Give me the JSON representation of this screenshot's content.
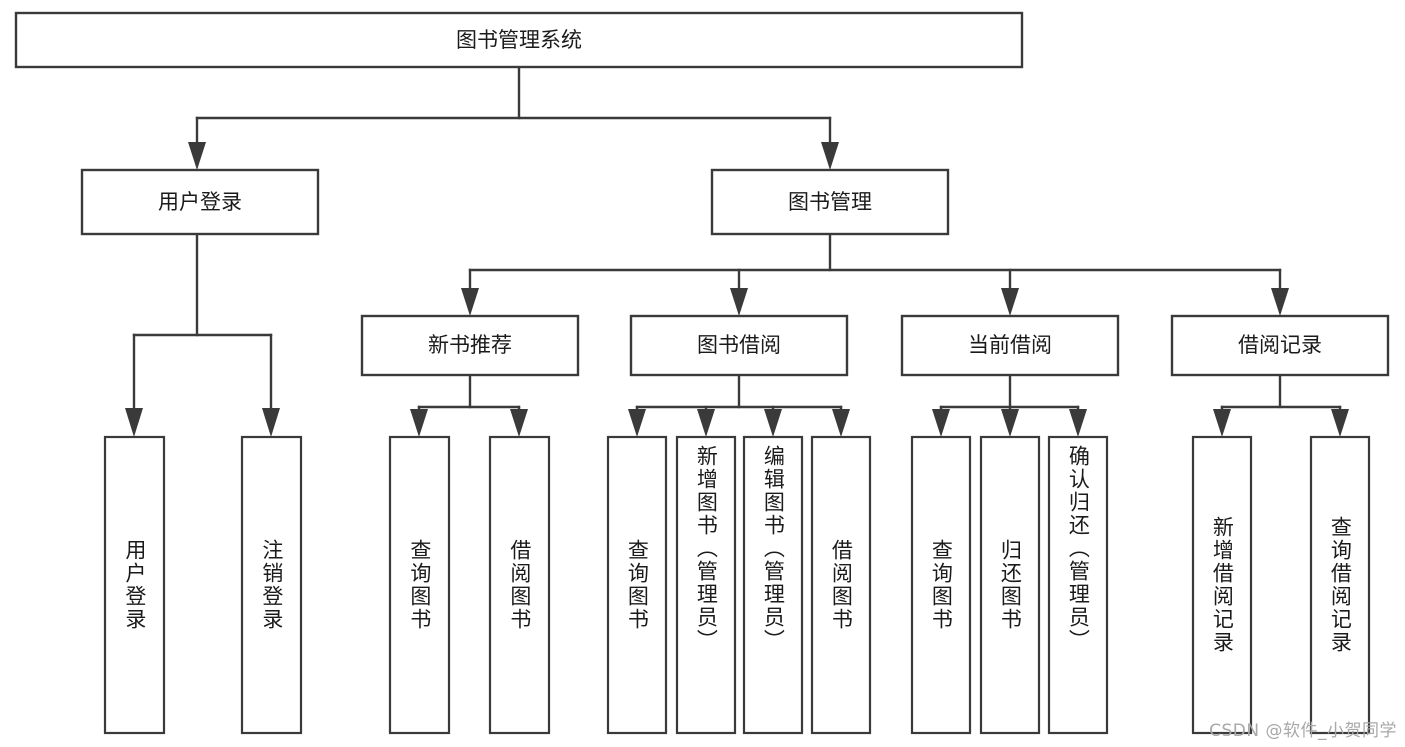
{
  "diagram": {
    "title": "图书管理系统",
    "type": "tree-hierarchy",
    "root": {
      "label": "图书管理系统"
    },
    "level1": [
      {
        "label": "用户登录"
      },
      {
        "label": "图书管理"
      }
    ],
    "level2": [
      {
        "label": "新书推荐",
        "parent": "图书管理"
      },
      {
        "label": "图书借阅",
        "parent": "图书管理"
      },
      {
        "label": "当前借阅",
        "parent": "图书管理"
      },
      {
        "label": "借阅记录",
        "parent": "图书管理"
      }
    ],
    "leaves": {
      "user_login": [
        {
          "label": "用户登录"
        },
        {
          "label": "注销登录"
        }
      ],
      "new_book_recommend": [
        {
          "label": "查询图书"
        },
        {
          "label": "借阅图书"
        }
      ],
      "book_borrow": [
        {
          "label": "查询图书"
        },
        {
          "label": "新增图书（管理员）"
        },
        {
          "label": "编辑图书（管理员）"
        },
        {
          "label": "借阅图书"
        }
      ],
      "current_borrow": [
        {
          "label": "查询图书"
        },
        {
          "label": "归还图书"
        },
        {
          "label": "确认归还（管理员）"
        }
      ],
      "borrow_records": [
        {
          "label": "新增借阅记录"
        },
        {
          "label": "查询借阅记录"
        }
      ]
    }
  },
  "watermark": {
    "text": "CSDN @软件_小贺同学"
  },
  "colors": {
    "stroke": "#3a3a3a",
    "fill": "#ffffff",
    "text": "#1b1b1b",
    "watermark": "#a8a8a8"
  }
}
